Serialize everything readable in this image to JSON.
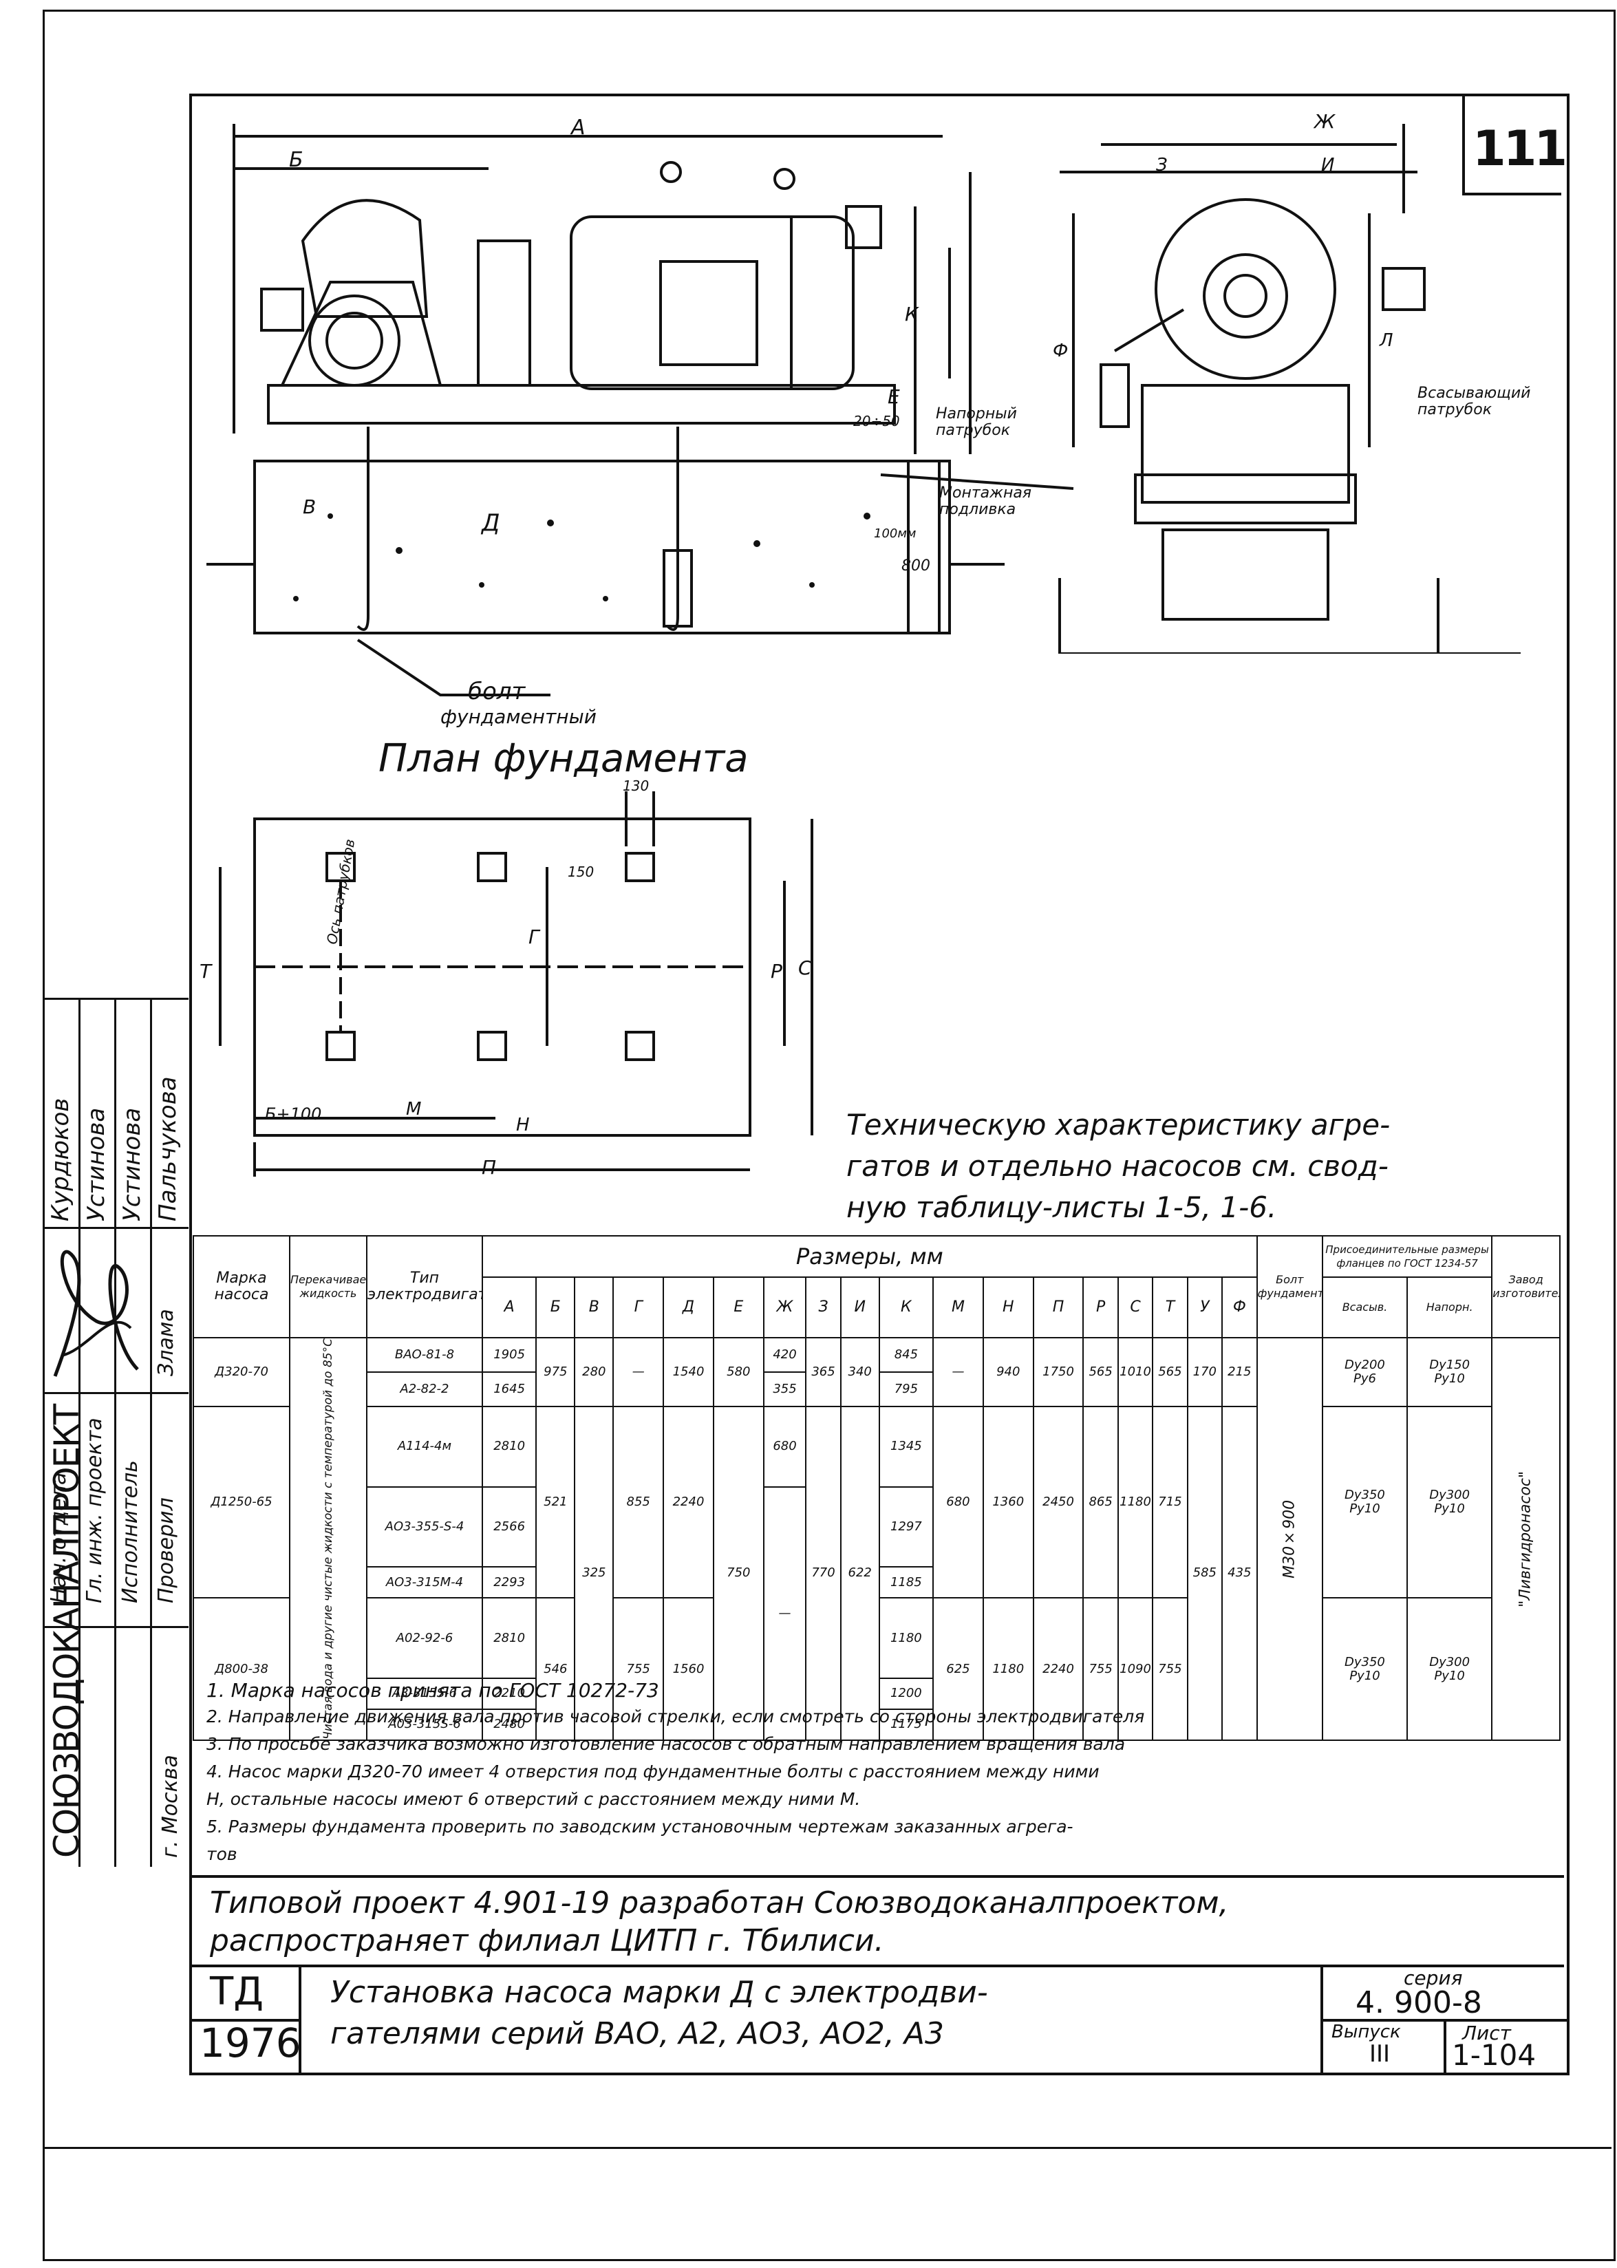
{
  "sheet": {
    "sheet_number": "111",
    "left_stamp_text": "СОЮЗВОДОКАНАЛПРОЕКТ",
    "city": "г. Москва",
    "signatures": [
      {
        "role": "Нач. отдела",
        "name": "Курдюков"
      },
      {
        "role": "Гл. инж. проекта",
        "name": "Устинова"
      },
      {
        "role": "Исполнитель",
        "name": "Устинова"
      },
      {
        "role": "Проверил",
        "name": "Пальчукова"
      }
    ],
    "sign_extra": "Злама"
  },
  "drawing": {
    "side_view_dims": {
      "a": "А",
      "b": "Б",
      "v": "В",
      "d": "Д",
      "e": "Е",
      "zh": "Ж",
      "z": "З",
      "i": "И",
      "k": "К",
      "f": "Ф",
      "l": "Л"
    },
    "gap_label": "20÷50",
    "pad_label": "100мм",
    "depth_label": "800",
    "labels": {
      "pressure_pipe": "Напорный патрубок",
      "suction_pipe": "Всасывающий патрубок",
      "mounting_pad": "Монтажная подливка",
      "bolt": "болт",
      "bolt_sub": "фундаментный"
    }
  },
  "plan": {
    "title": "План фундамента",
    "dim_130": "130",
    "dim_150": "150",
    "axis_label": "Ось патрубков",
    "dims": {
      "t": "Т",
      "g": "Г",
      "r": "Р",
      "s": "С",
      "b100": "Б+100",
      "m": "М",
      "n": "Н",
      "p": "П"
    }
  },
  "tech_note": [
    "Техническую характеристику агре-",
    "гатов и отдельно насосов см. свод-",
    "ную таблицу-листы 1-5, 1-6."
  ],
  "table": {
    "h_mark": "Марка насоса",
    "h_liquid": "Перекачиваемая жидкость",
    "h_type": "Тип электродвигателей",
    "h_sizes": "Размеры, мм",
    "h_bolt": "Болт фундаментный",
    "h_flange": "Присоединительные размеры фланцев по ГОСТ 1234-57",
    "h_flange_sub": [
      "Всасыв.",
      "Напорн."
    ],
    "h_maker": "Завод изготовитель",
    "dim_cols": [
      "А",
      "Б",
      "В",
      "Г",
      "Д",
      "Е",
      "Ж",
      "З",
      "И",
      "К",
      "М",
      "Н",
      "П",
      "Р",
      "С",
      "Т",
      "У",
      "Ф"
    ],
    "liquid": "Чистая вода и другие чистые жидкости с температурой до 85°С",
    "bolt": "М30×900",
    "maker": "\"Ливгидронасос\"",
    "groups": [
      {
        "mark": "Д320-70",
        "rows": [
          {
            "type": "ВАО-81-8",
            "A": "1905",
            "K": "845"
          },
          {
            "type": "А2-82-2",
            "A": "1645",
            "K": "795"
          }
        ],
        "shared": {
          "B": "975",
          "V": "280",
          "G": "—",
          "D": "1540",
          "E": "580",
          "ZH1": "420",
          "ZH2": "355",
          "Z": "365",
          "I": "340",
          "M": "—",
          "N": "940",
          "P": "1750",
          "R": "565",
          "S": "1010",
          "T": "565",
          "U": "170",
          "F": "215"
        },
        "flange_s": [
          "Dу200",
          "Ру6"
        ],
        "flange_n": [
          "Dу150",
          "Ру10"
        ]
      },
      {
        "mark": "Д1250-65",
        "rows": [
          {
            "type": "А114-4м",
            "A": "2810",
            "K": "1345"
          },
          {
            "type": "АО3-355-S-4",
            "A": "2566",
            "K": "1297"
          },
          {
            "type": "АО3-315М-4",
            "A": "2293",
            "K": "1185"
          }
        ],
        "shared": {
          "B": "521",
          "G": "855",
          "D": "2240",
          "ZH": "680",
          "M": "680",
          "N": "1360",
          "P": "2450",
          "R": "865",
          "S": "1180",
          "T": "715"
        },
        "flange_s": [
          "Dу350",
          "Ру10"
        ],
        "flange_n": [
          "Dу300",
          "Ру10"
        ]
      },
      {
        "mark": "Д800-38",
        "rows": [
          {
            "type": "А02-92-6",
            "A": "2810",
            "K": "1180"
          },
          {
            "type": "А3-315S-6",
            "A": "2210",
            "K": "1200"
          },
          {
            "type": "А03-315S-6",
            "A": "2480",
            "K": "1175"
          }
        ],
        "shared": {
          "B": "546",
          "V": "325",
          "G": "755",
          "D": "1560",
          "E": "750",
          "ZH": "—",
          "Z": "770",
          "I": "622",
          "M": "625",
          "N": "1180",
          "P": "2240",
          "R": "755",
          "S": "1090",
          "T": "755",
          "U": "585",
          "F": "435"
        },
        "flange_s": [
          "Dу350",
          "Ру10"
        ],
        "flange_n": [
          "Dу300",
          "Ру10"
        ]
      }
    ]
  },
  "notes": [
    "1. Марка насосов принята по ГОСТ 10272-73",
    "2. Направление движения вала против часовой стрелки, если смотреть со стороны электродвигателя",
    "3. По просьбе заказчика возможно изготовление насосов с обратным направлением вращения вала",
    "4. Насос марки Д320-70 имеет 4 отверстия под фундаментные болты с расстоянием между ними",
    "Н, остальные насосы имеют 6 отверстий с расстоянием между ними М.",
    "5. Размеры фундамента проверить по заводским установочным чертежам заказанных агрега-",
    "тов"
  ],
  "project_note": [
    "Типовой проект 4.901-19 разработан Союзводоканалпроектом,",
    "распространяет филиал ЦИТП г. Тбилиси."
  ],
  "title_block": {
    "td": "ТД",
    "year": "1976",
    "title_line1": "Установка насоса марки Д с электродви-",
    "title_line2": "гателями серий ВАО, А2, АО3, АО2, А3",
    "series_label": "серия",
    "series_value": "4. 900-8",
    "issue_label": "Выпуск",
    "issue_value": "III",
    "sheet_label": "Лист",
    "sheet_value": "1-104"
  }
}
